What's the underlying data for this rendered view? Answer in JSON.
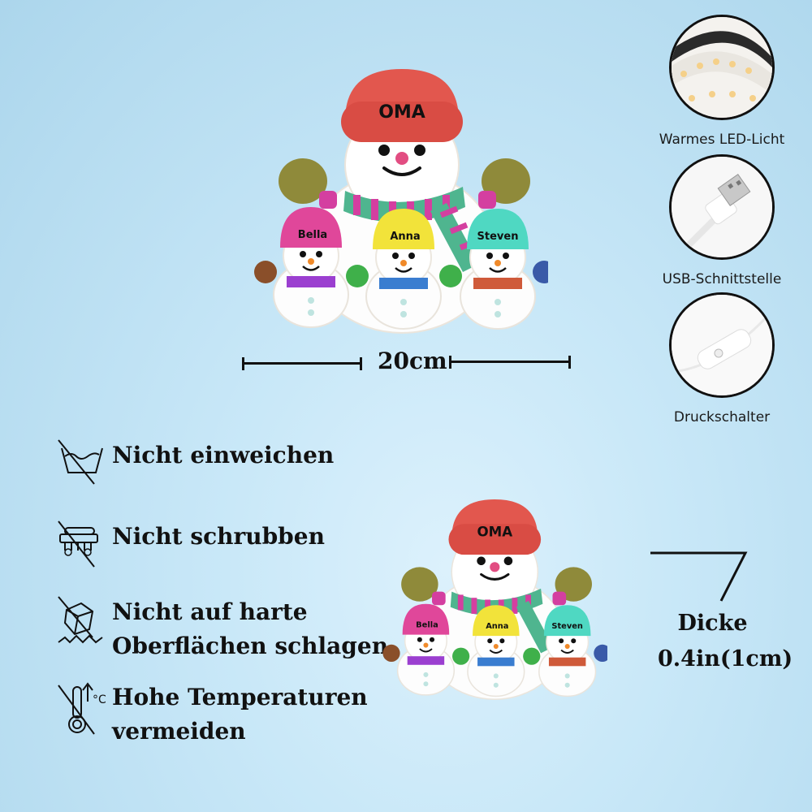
{
  "features": [
    {
      "icon": "led-strip-icon",
      "caption": "Warmes LED-Licht"
    },
    {
      "icon": "usb-plug-icon",
      "caption": "USB-Schnittstelle"
    },
    {
      "icon": "push-switch-icon",
      "caption": "Druckschalter"
    }
  ],
  "product": {
    "main_name": "OMA",
    "children": [
      "Bella",
      "Anna",
      "Steven"
    ],
    "colors": {
      "main_hat": "#e2574e",
      "bella_hat": "#e0479a",
      "anna_hat": "#f2e33a",
      "steven_hat": "#4fd8c2",
      "mitten_olive": "#8f8a3a",
      "scarf_pink": "#d43fa0",
      "scarf_green": "#4fb58f"
    }
  },
  "dimension": {
    "width_label": "20cm"
  },
  "care": [
    {
      "icon": "no-soak-icon",
      "lines": [
        "Nicht einweichen"
      ]
    },
    {
      "icon": "no-scrub-icon",
      "lines": [
        "Nicht schrubben"
      ]
    },
    {
      "icon": "no-impact-icon",
      "lines": [
        "Nicht auf harte",
        "Oberflächen schlagen"
      ]
    },
    {
      "icon": "no-heat-icon",
      "lines": [
        "Hohe Temperaturen",
        "vermeiden"
      ]
    }
  ],
  "thickness": {
    "title": "Dicke",
    "value": "0.4in(1cm)"
  }
}
